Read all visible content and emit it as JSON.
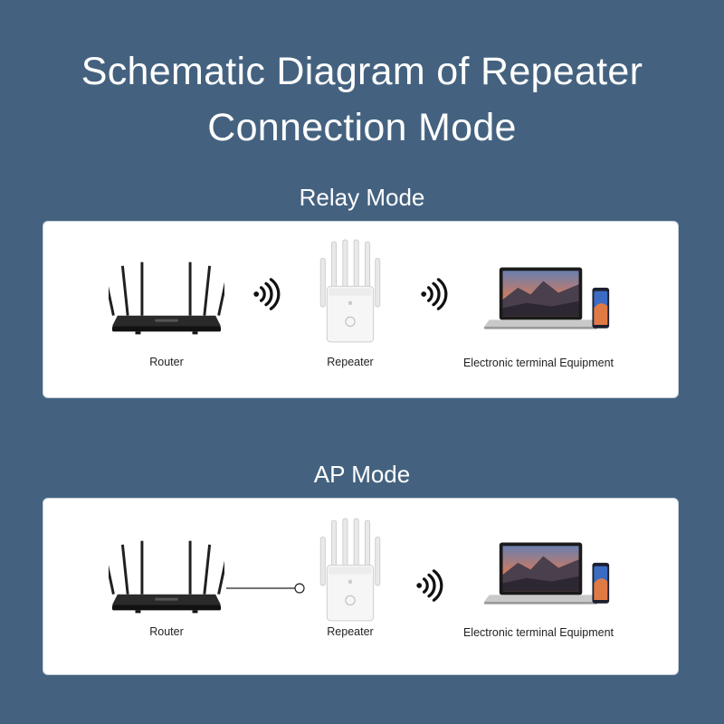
{
  "header": {
    "title_line1": "Schematic Diagram of Repeater",
    "title_line2": "Connection Mode"
  },
  "relay": {
    "title": "Relay Mode",
    "router_label": "Router",
    "repeater_label": "Repeater",
    "terminal_label": "Electronic terminal Equipment"
  },
  "ap": {
    "title": "AP Mode",
    "router_label": "Router",
    "repeater_label": "Repeater",
    "terminal_label": "Electronic terminal Equipment"
  },
  "colors": {
    "background": "#44627f",
    "panel": "#ffffff",
    "router": "#1c1c1c",
    "repeater": "#f4f4f4"
  }
}
